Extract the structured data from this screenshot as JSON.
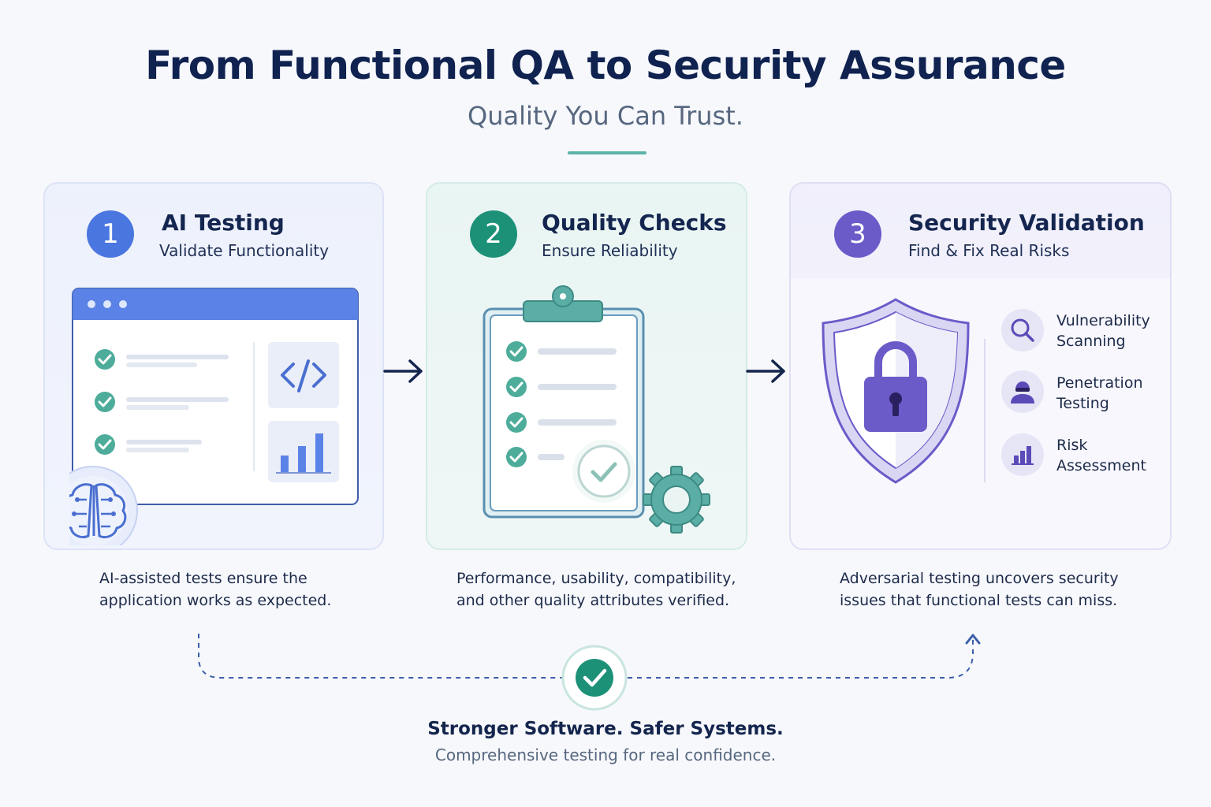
{
  "header": {
    "title": "From Functional QA to Security Assurance",
    "subtitle": "Quality You Can Trust."
  },
  "steps": [
    {
      "number": "1",
      "title": "AI Testing",
      "subtitle": "Validate Functionality",
      "description_lines": [
        "AI-assisted tests ensure the",
        "application works as expected."
      ],
      "icons": [
        "browser-window-icon",
        "check-icon",
        "code-icon",
        "bar-chart-icon",
        "brain-circuit-icon"
      ]
    },
    {
      "number": "2",
      "title": "Quality Checks",
      "subtitle": "Ensure Reliability",
      "description_lines": [
        "Performance, usability, compatibility,",
        "and other quality attributes verified."
      ],
      "icons": [
        "clipboard-icon",
        "check-icon",
        "check-badge-icon",
        "gear-icon"
      ]
    },
    {
      "number": "3",
      "title": "Security Validation",
      "subtitle": "Find & Fix Real Risks",
      "description_lines": [
        "Adversarial testing uncovers security",
        "issues that functional tests can miss."
      ],
      "features": [
        {
          "label_lines": [
            "Vulnerability",
            "Scanning"
          ],
          "icon": "magnifier-icon"
        },
        {
          "label_lines": [
            "Penetration",
            "Testing"
          ],
          "icon": "hacker-icon"
        },
        {
          "label_lines": [
            "Risk",
            "Assessment"
          ],
          "icon": "bar-chart-icon"
        }
      ],
      "icons": [
        "shield-lock-icon"
      ]
    }
  ],
  "footer": {
    "title": "Stronger Software. Safer Systems.",
    "subtitle": "Comprehensive testing for real confidence."
  },
  "colors": {
    "step1": "#4a76e0",
    "step2": "#1c9178",
    "step3": "#6a5bc9",
    "accent_teal": "#5db3a7",
    "navy": "#13254d"
  }
}
